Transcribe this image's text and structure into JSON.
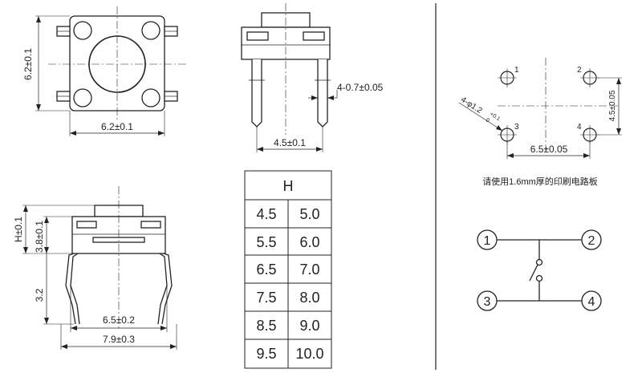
{
  "top_view": {
    "height_dim": "6.2±0.1",
    "width_dim": "6.2±0.1"
  },
  "front_view": {
    "lead_dim": "4-0.7±0.05",
    "spacing_dim": "4.5±0.1"
  },
  "side_view": {
    "height_dim": "H±0.1",
    "body_dim": "3.8±0.1",
    "lead_length_dim": "3.2",
    "pitch_dim": "6.5±0.2",
    "width_dim": "7.9±0.3"
  },
  "height_table": {
    "header": "H",
    "rows": [
      [
        "4.5",
        "5.0"
      ],
      [
        "5.5",
        "6.0"
      ],
      [
        "6.5",
        "7.0"
      ],
      [
        "7.5",
        "8.0"
      ],
      [
        "8.5",
        "9.0"
      ],
      [
        "9.5",
        "10.0"
      ]
    ]
  },
  "pcb_layout": {
    "hole_labels": [
      "1",
      "2",
      "3",
      "4"
    ],
    "hole_dim_main": "4-φ1.2",
    "hole_dim_tol_upper": "+0.1",
    "hole_dim_tol_lower": "0",
    "vertical_dim": "4.5±0.05",
    "horizontal_dim": "6.5±0.05",
    "note": "请使用1.6mm厚的印刷电路板"
  },
  "schematic": {
    "nodes": [
      "1",
      "2",
      "3",
      "4"
    ]
  }
}
